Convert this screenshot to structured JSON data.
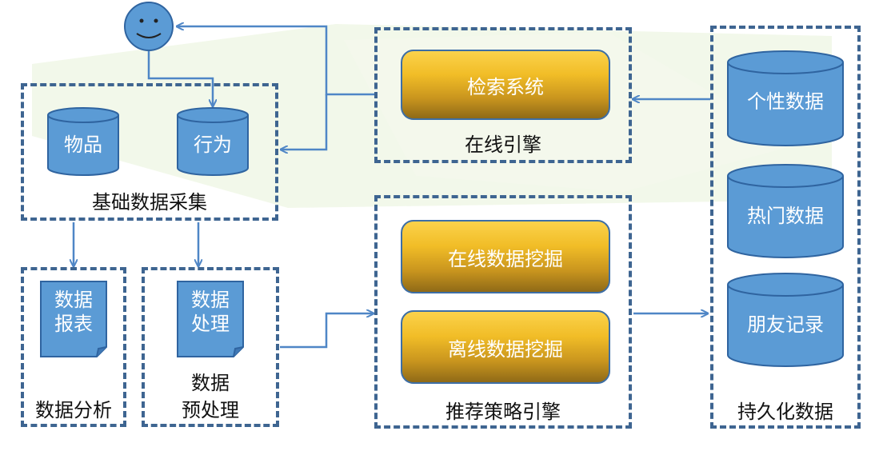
{
  "colors": {
    "frame_border": "#3e6591",
    "node_fill": "#5b9bd5",
    "node_stroke": "#2f64a0",
    "arrow": "#4f86c6",
    "engine_gold": "#f1bd27",
    "background_band": "#eef5e3"
  },
  "icons": {
    "user": "smiley-face-icon",
    "database": "cylinder-icon",
    "document": "document-icon"
  },
  "user": {
    "name": ""
  },
  "basic_collection": {
    "title": "基础数据采集",
    "items": [
      "物品",
      "行为"
    ]
  },
  "data_analysis": {
    "title": "数据分析",
    "doc": "数据报表"
  },
  "preprocessing": {
    "title_line1": "数据",
    "title_line2": "预处理",
    "doc": "数据处理"
  },
  "online_engine": {
    "title": "在线引擎",
    "module": "检索系统"
  },
  "strategy_engine": {
    "title": "推荐策略引擎",
    "modules": [
      "在线数据挖掘",
      "离线数据挖掘"
    ]
  },
  "persistent": {
    "title": "持久化数据",
    "items": [
      "个性数据",
      "热门数据",
      "朋友记录"
    ]
  }
}
